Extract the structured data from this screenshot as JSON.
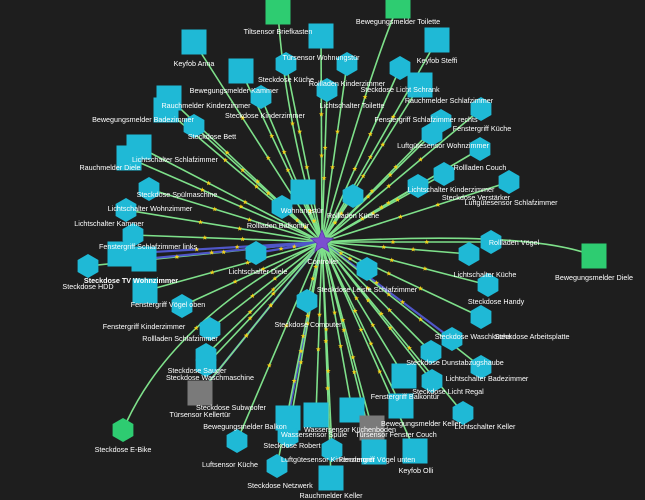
{
  "graph": {
    "colors": {
      "background": "#1e1e1e",
      "link_green": "#7ee08a",
      "link_blue": "#4f56c8",
      "arrow_yellow": "#f2d21a",
      "router": "#1fb9d6",
      "end_device": "#1fb9d6",
      "sleepy_device": "#2ecc71",
      "offline_device": "#7a7a7a",
      "coordinator": "#7b4fcf"
    },
    "coordinator": {
      "label": "Controller",
      "icon": "star-icon"
    },
    "nodes": [
      {
        "id": "tiltsensor-briefkasten",
        "label": "Tiltsensor Briefkasten",
        "shape": "square",
        "color": "green"
      },
      {
        "id": "bewegungsmelder-toilette",
        "label": "Bewegungsmelder Toilette",
        "shape": "square",
        "color": "green"
      },
      {
        "id": "keyfob-anna",
        "label": "Keyfob Anna",
        "shape": "square",
        "color": "cyan"
      },
      {
        "id": "tuersensor-wohnungstuer",
        "label": "Türsensor Wohnungstür",
        "shape": "square",
        "color": "cyan"
      },
      {
        "id": "keyfob-steffi",
        "label": "Keyfob Steffi",
        "shape": "square",
        "color": "cyan"
      },
      {
        "id": "steckdose-kueche",
        "label": "Steckdose Küche",
        "shape": "hexagon",
        "color": "cyan"
      },
      {
        "id": "rollladen-kinderzimmer",
        "label": "Rollladen Kinderzimmer",
        "shape": "hexagon",
        "color": "cyan"
      },
      {
        "id": "steckdose-licht-schrank",
        "label": "Steckdose Licht Schrank",
        "shape": "hexagon",
        "color": "cyan"
      },
      {
        "id": "bewegungsmelder-kammer",
        "label": "Bewegungsmelder Kammer",
        "shape": "square",
        "color": "cyan"
      },
      {
        "id": "rauchmelder-kinderzimmer",
        "label": "Rauchmelder Kinderzimmer",
        "shape": "square",
        "color": "cyan"
      },
      {
        "id": "steckdose-kinderzimmer",
        "label": "Steckdose Kinderzimmer",
        "shape": "hexagon",
        "color": "cyan"
      },
      {
        "id": "lichtschalter-toilette",
        "label": "Lichtschalter Toilette",
        "shape": "hexagon",
        "color": "cyan"
      },
      {
        "id": "rauchmelder-schlafzimmer",
        "label": "Rauchmelder Schlafzimmer",
        "shape": "square",
        "color": "cyan"
      },
      {
        "id": "bewegungsmelder-badezimmer",
        "label": "Bewegungsmelder Badezimmer",
        "shape": "square",
        "color": "cyan"
      },
      {
        "id": "fenstergriff-schlafzimmer-rechts",
        "label": "Fenstergriff Schlafzimmer rechts",
        "shape": "hexagon",
        "color": "cyan"
      },
      {
        "id": "fenstergriff-kueche",
        "label": "Fenstergriff Küche",
        "shape": "hexagon",
        "color": "cyan"
      },
      {
        "id": "steckdose-bett",
        "label": "Steckdose Bett",
        "shape": "hexagon",
        "color": "cyan"
      },
      {
        "id": "lichtschalter-schlafzimmer",
        "label": "Lichtschalter Schlafzimmer",
        "shape": "square",
        "color": "cyan"
      },
      {
        "id": "luftguetesensor-wohnzimmer",
        "label": "Luftgütesensor Wohnzimmer",
        "shape": "hexagon",
        "color": "cyan"
      },
      {
        "id": "rauchmelder-diele",
        "label": "Rauchmelder Diele",
        "shape": "square",
        "color": "cyan"
      },
      {
        "id": "rollladen-couch",
        "label": "Rollladen Couch",
        "shape": "hexagon",
        "color": "cyan"
      },
      {
        "id": "lichtschalter-kinderzimmer",
        "label": "Lichtschalter Kinderzimmer",
        "shape": "hexagon",
        "color": "cyan"
      },
      {
        "id": "steckdose-spuelmaschine",
        "label": "Steckdose Spülmaschine",
        "shape": "hexagon",
        "color": "cyan"
      },
      {
        "id": "steckdose-verstaerker",
        "label": "Steckdose Verstärker",
        "shape": "hexagon",
        "color": "cyan"
      },
      {
        "id": "luftguetesensor-schlafzimmer",
        "label": "Luftgütesensor Schlafzimmer",
        "shape": "hexagon",
        "color": "cyan"
      },
      {
        "id": "lichtschalter-wohnzimmer",
        "label": "Lichtschalter Wohnzimmer",
        "shape": "hexagon",
        "color": "cyan"
      },
      {
        "id": "wohnungstuer",
        "label": "Wohnungstür",
        "shape": "square",
        "color": "cyan"
      },
      {
        "id": "rollladen-kueche",
        "label": "Rollladen Küche",
        "shape": "hexagon",
        "color": "cyan"
      },
      {
        "id": "lichtschalter-kammer",
        "label": "Lichtschalter Kammer",
        "shape": "hexagon",
        "color": "cyan"
      },
      {
        "id": "rollladen-balkontuer",
        "label": "Rollladen Balkontür",
        "shape": "hexagon",
        "color": "cyan"
      },
      {
        "id": "rollladen-voegel",
        "label": "Rollladen Vögel",
        "shape": "hexagon",
        "color": "cyan"
      },
      {
        "id": "bewegungsmelder-diele",
        "label": "Bewegungsmelder Diele",
        "shape": "square",
        "color": "green"
      },
      {
        "id": "fenstergriff-schlafzimmer-links",
        "label": "Fenstergriff Schlafzimmer links",
        "shape": "square",
        "color": "cyan"
      },
      {
        "id": "steckdose-hdd",
        "label": "Steckdose HDD",
        "shape": "hexagon",
        "color": "cyan"
      },
      {
        "id": "steckdose-tv-wohnzimmer",
        "label": "Steckdose TV Wohnzimmer",
        "shape": "square",
        "color": "cyan",
        "bold": true
      },
      {
        "id": "lichtschalter-diele",
        "label": "Lichtschalter Diele",
        "shape": "hexagon",
        "color": "cyan"
      },
      {
        "id": "lichtschalter-kueche",
        "label": "Lichtschalter Küche",
        "shape": "hexagon",
        "color": "cyan"
      },
      {
        "id": "steckdose-leiste-schlafzimmer",
        "label": "Steckdose Leiste Schlafzimmer",
        "shape": "hexagon",
        "color": "cyan"
      },
      {
        "id": "steckdose-handy",
        "label": "Steckdose Handy",
        "shape": "hexagon",
        "color": "cyan"
      },
      {
        "id": "fenstergriff-voegel-oben",
        "label": "Fenstergriff Vögel oben",
        "shape": "square",
        "color": "cyan"
      },
      {
        "id": "fenstergriff-kinderzimmer",
        "label": "Fenstergriff Kinderzimmer",
        "shape": "hexagon",
        "color": "cyan"
      },
      {
        "id": "steckdose-computer",
        "label": "Steckdose Computer",
        "shape": "hexagon",
        "color": "cyan"
      },
      {
        "id": "steckdose-waschkueche",
        "label": "Steckdose Waschküche",
        "shape": "hexagon",
        "color": "cyan"
      },
      {
        "id": "steckdose-arbeitsplatte",
        "label": "Steckdose Arbeitsplatte",
        "shape": "hexagon",
        "color": "cyan"
      },
      {
        "id": "rollladen-schlafzimmer",
        "label": "Rollladen Schlafzimmer",
        "shape": "hexagon",
        "color": "cyan"
      },
      {
        "id": "steckdose-dunstabzugshaube",
        "label": "Steckdose Dunstabzugshaube",
        "shape": "hexagon",
        "color": "cyan"
      },
      {
        "id": "steckdose-sauger",
        "label": "Steckdose Sauger",
        "shape": "hexagon",
        "color": "cyan"
      },
      {
        "id": "steckdose-waschmaschine",
        "label": "Steckdose Waschmaschine",
        "shape": "hexagon",
        "color": "cyan"
      },
      {
        "id": "lichtschalter-badezimmer",
        "label": "Lichtschalter Badezimmer",
        "shape": "hexagon",
        "color": "cyan"
      },
      {
        "id": "steckdose-subwoofer",
        "label": "Steckdose Subwoofer",
        "shape": "square",
        "color": "gray"
      },
      {
        "id": "tuersensor-kellertuer",
        "label": "Türsensor Kellertür",
        "shape": "square",
        "color": "gray"
      },
      {
        "id": "fenstergriff-balkontuer",
        "label": "Fenstergriff Balkontür",
        "shape": "square",
        "color": "cyan"
      },
      {
        "id": "steckdose-licht-regal",
        "label": "Steckdose Licht Regal",
        "shape": "hexagon",
        "color": "cyan"
      },
      {
        "id": "lichtschalter-keller",
        "label": "Lichtschalter Keller",
        "shape": "hexagon",
        "color": "cyan"
      },
      {
        "id": "bewegungsmelder-balkon",
        "label": "Bewegungsmelder Balkon",
        "shape": "square",
        "color": "cyan"
      },
      {
        "id": "wassersensor-kuechenboden",
        "label": "Wassersensor Küchenboden",
        "shape": "square",
        "color": "cyan"
      },
      {
        "id": "bewegungsmelder-keller",
        "label": "Bewegungsmelder Keller",
        "shape": "square",
        "color": "cyan"
      },
      {
        "id": "wassersensor-spuele",
        "label": "Wassersensor Spüle",
        "shape": "square",
        "color": "cyan"
      },
      {
        "id": "tuersensor-fenster-couch",
        "label": "Türsensor Fenster Couch",
        "shape": "square",
        "color": "gray"
      },
      {
        "id": "steckdose-e-bike",
        "label": "Steckdose E-Bike",
        "shape": "hexagon",
        "color": "green"
      },
      {
        "id": "steckdose-robert",
        "label": "Steckdose Robert",
        "shape": "hexagon",
        "color": "cyan"
      },
      {
        "id": "luftsensor-kueche",
        "label": "Luftsensor Küche",
        "shape": "hexagon",
        "color": "cyan"
      },
      {
        "id": "luftguetesensor-kinderzimmer",
        "label": "Luftgütesensor Kinderzimmer",
        "shape": "hexagon",
        "color": "cyan"
      },
      {
        "id": "fenstergriff-voegel-unten",
        "label": "Fenstergriff Vögel unten",
        "shape": "square",
        "color": "cyan"
      },
      {
        "id": "keyfob-olli",
        "label": "Keyfob Olli",
        "shape": "square",
        "color": "cyan"
      },
      {
        "id": "steckdose-netzwerk",
        "label": "Steckdose Netzwerk",
        "shape": "hexagon",
        "color": "cyan"
      },
      {
        "id": "rauchmelder-keller",
        "label": "Rauchmelder Keller",
        "shape": "square",
        "color": "cyan"
      }
    ]
  }
}
